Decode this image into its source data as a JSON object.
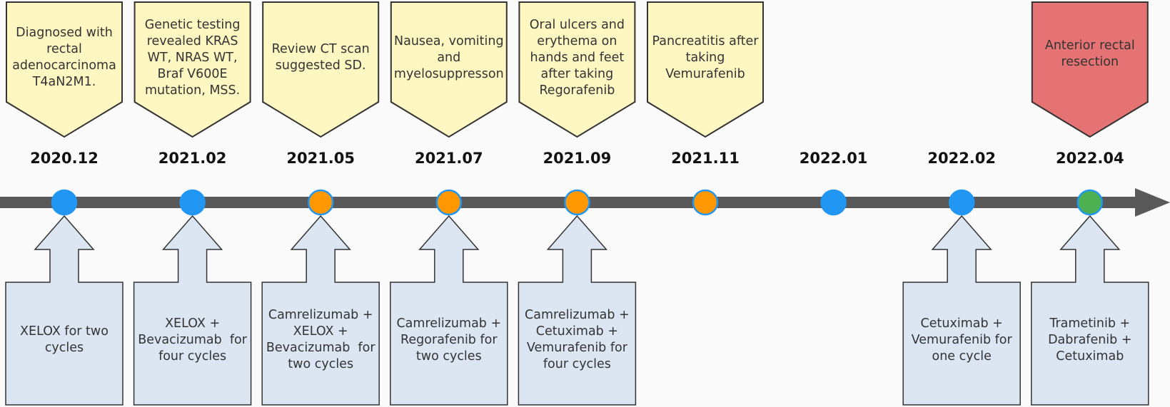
{
  "colors": {
    "axis": "#595959",
    "event_fill": "#fff7c2",
    "surgery_fill": "#e57373",
    "treatment_fill": "#dce6f2",
    "shape_stroke": "#333333",
    "dot_blue": "#2196f3",
    "dot_orange": "#ff9800",
    "dot_green": "#4caf50"
  },
  "timeline": {
    "dates": [
      {
        "label": "2020.12",
        "dot": "blue"
      },
      {
        "label": "2021.02",
        "dot": "blue"
      },
      {
        "label": "2021.05",
        "dot": "orange"
      },
      {
        "label": "2021.07",
        "dot": "orange"
      },
      {
        "label": "2021.09",
        "dot": "orange"
      },
      {
        "label": "2021.11",
        "dot": "orange"
      },
      {
        "label": "2022.01",
        "dot": "blue"
      },
      {
        "label": "2022.02",
        "dot": "blue"
      },
      {
        "label": "2022.04",
        "dot": "green"
      }
    ]
  },
  "events": [
    {
      "date_index": 0,
      "lines": [
        "Diagnosed with",
        "rectal",
        "adenocarcinoma",
        "T4aN2M1."
      ],
      "kind": "event"
    },
    {
      "date_index": 1,
      "lines": [
        "Genetic testing",
        "revealed KRAS",
        "WT, NRAS WT,",
        "Braf V600E",
        "mutation, MSS."
      ],
      "kind": "event"
    },
    {
      "date_index": 2,
      "lines": [
        "Review CT scan",
        "suggested SD."
      ],
      "kind": "event"
    },
    {
      "date_index": 3,
      "lines": [
        "Nausea, vomiting",
        "and",
        "myelosuppresson"
      ],
      "kind": "event"
    },
    {
      "date_index": 4,
      "lines": [
        "Oral ulcers and",
        "erythema on",
        "hands and feet",
        "after taking",
        "Regorafenib"
      ],
      "kind": "event"
    },
    {
      "date_index": 5,
      "lines": [
        "Pancreatitis after",
        "taking",
        "Vemurafenib"
      ],
      "kind": "event"
    },
    {
      "date_index": 8,
      "lines": [
        "Anterior rectal",
        "resection"
      ],
      "kind": "surgery"
    }
  ],
  "treatments": [
    {
      "date_index": 0,
      "lines": [
        "XELOX for two",
        "cycles"
      ]
    },
    {
      "date_index": 1,
      "lines": [
        "XELOX +",
        "Bevacizumab  for",
        "four cycles"
      ]
    },
    {
      "date_index": 2,
      "lines": [
        "Camrelizumab +",
        "XELOX +",
        "Bevacizumab  for",
        "two cycles"
      ]
    },
    {
      "date_index": 3,
      "lines": [
        "Camrelizumab +",
        "Regorafenib for",
        "two cycles"
      ]
    },
    {
      "date_index": 4,
      "lines": [
        "Camrelizumab +",
        "Cetuximab +",
        "Vemurafenib for",
        "four cycles"
      ]
    },
    {
      "date_index": 7,
      "lines": [
        "Cetuximab +",
        "Vemurafenib for",
        "one cycle"
      ]
    },
    {
      "date_index": 8,
      "lines": [
        "Trametinib +",
        "Dabrafenib +",
        "Cetuximab"
      ]
    }
  ]
}
